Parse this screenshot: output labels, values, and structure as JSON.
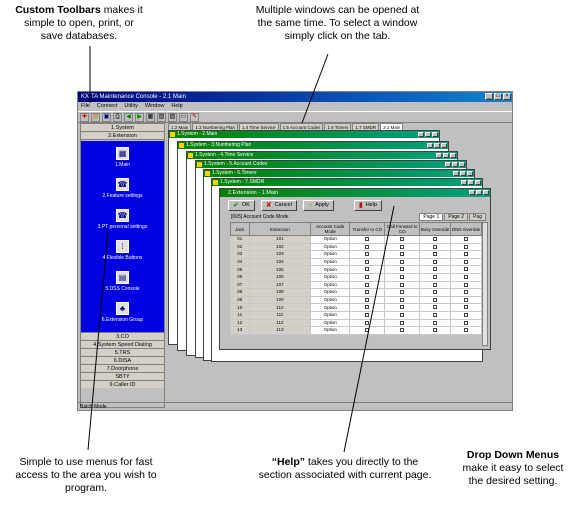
{
  "callouts": {
    "toolbars_title": "Custom Toolbars",
    "toolbars_body": "makes it simple to open, print, or save databases.",
    "windows": "Multiple windows can be opened at the same time. To select a window simply click on the tab.",
    "menus": "Simple to use menus for fast access to the area you wish to program.",
    "help_title": "“Help”",
    "help_body": "takes you directly to the section associated with current page.",
    "dropdown_title": "Drop Down Menus",
    "dropdown_body": "make it easy to select the desired setting."
  },
  "app": {
    "title": "KX-TA Maintenance Console - 2.1 Main",
    "menus": [
      "File",
      "Connect",
      "Utility",
      "Window",
      "Help"
    ],
    "status": "Batch Mode",
    "tabs": [
      "1.2 Main",
      "1.3 Numbering Plan",
      "1.4 Time Service",
      "1.5 Account Codes",
      "1.6 Timers",
      "1.7 SMDR",
      "2.1 Main"
    ],
    "nav_top": [
      "1.System",
      "2.Extension"
    ],
    "nav_items": [
      "1.Main",
      "2.Feature settings",
      "3.PT personal settings",
      "4.Flexible Buttons",
      "5.DSS Console",
      "6.Extension Group"
    ],
    "nav_bottom": [
      "3.CO",
      "4.System Speed Dialing",
      "5.TRS",
      "6.DISA",
      "7.Doorphone",
      "SBTY",
      "9.Caller ID"
    ]
  },
  "windows": [
    "1.System - 2.Main",
    "1.System - 3.Numbering Plan",
    "1.System - 4.Time Service",
    "1.System - 5.Account Codes",
    "1.System - 6.Timers",
    "1.System - 7.SMDR",
    "2.Extension - 1.Main"
  ],
  "front": {
    "ok": "OK",
    "cancel": "Cancel",
    "apply": "Apply",
    "help": "Help",
    "section": "[005] Account Code Mode",
    "pages": [
      "Page 1",
      "Page 2",
      "Pag"
    ],
    "columns": [
      "Jack",
      "Extension",
      "Account Code Mode",
      "Transfer to CO",
      "Call Forward to CO",
      "Busy Override",
      "DND Override"
    ],
    "rows": [
      [
        "01",
        "101",
        "Option"
      ],
      [
        "02",
        "102",
        "Option"
      ],
      [
        "03",
        "103",
        "Option"
      ],
      [
        "04",
        "104",
        "Option"
      ],
      [
        "05",
        "105",
        "Option"
      ],
      [
        "06",
        "106",
        "Option"
      ],
      [
        "07",
        "107",
        "Option"
      ],
      [
        "08",
        "108",
        "Option"
      ],
      [
        "09",
        "109",
        "Option"
      ],
      [
        "10",
        "110",
        "Option"
      ],
      [
        "11",
        "111",
        "Option"
      ],
      [
        "12",
        "112",
        "Option"
      ],
      [
        "13",
        "113",
        "Option"
      ]
    ]
  }
}
